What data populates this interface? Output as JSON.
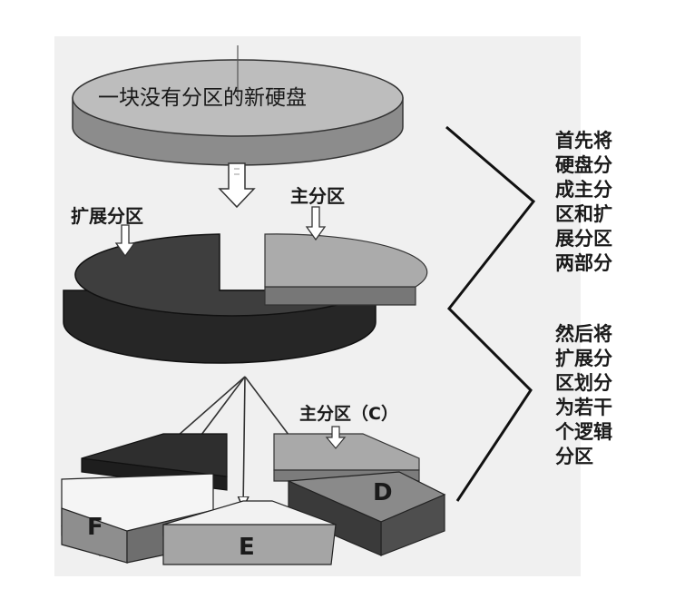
{
  "top_disk_label": "一块没有分区的新硬盘",
  "extended_label": "扩展分区",
  "primary_label": "主分区",
  "primary_c_label": "主分区（C）",
  "slice_d_label": "D",
  "slice_e_label": "E",
  "slice_f_label": "F",
  "step1_text": "首先将\n硬盘分\n成主分\n区和扩\n展分区\n两部分",
  "step2_text": "然后将\n扩展分\n区划分\n为若干\n个逻辑\n分区",
  "colors": {
    "top_disk": "#bcbcbc",
    "extended": "#3a3a3a",
    "primary": "#a8a8a8",
    "slice_d": "#6a6a6a",
    "slice_e": "#f2f2f2",
    "slice_f": "#f4f4f4",
    "slice_dark": "#2a2a2a"
  }
}
